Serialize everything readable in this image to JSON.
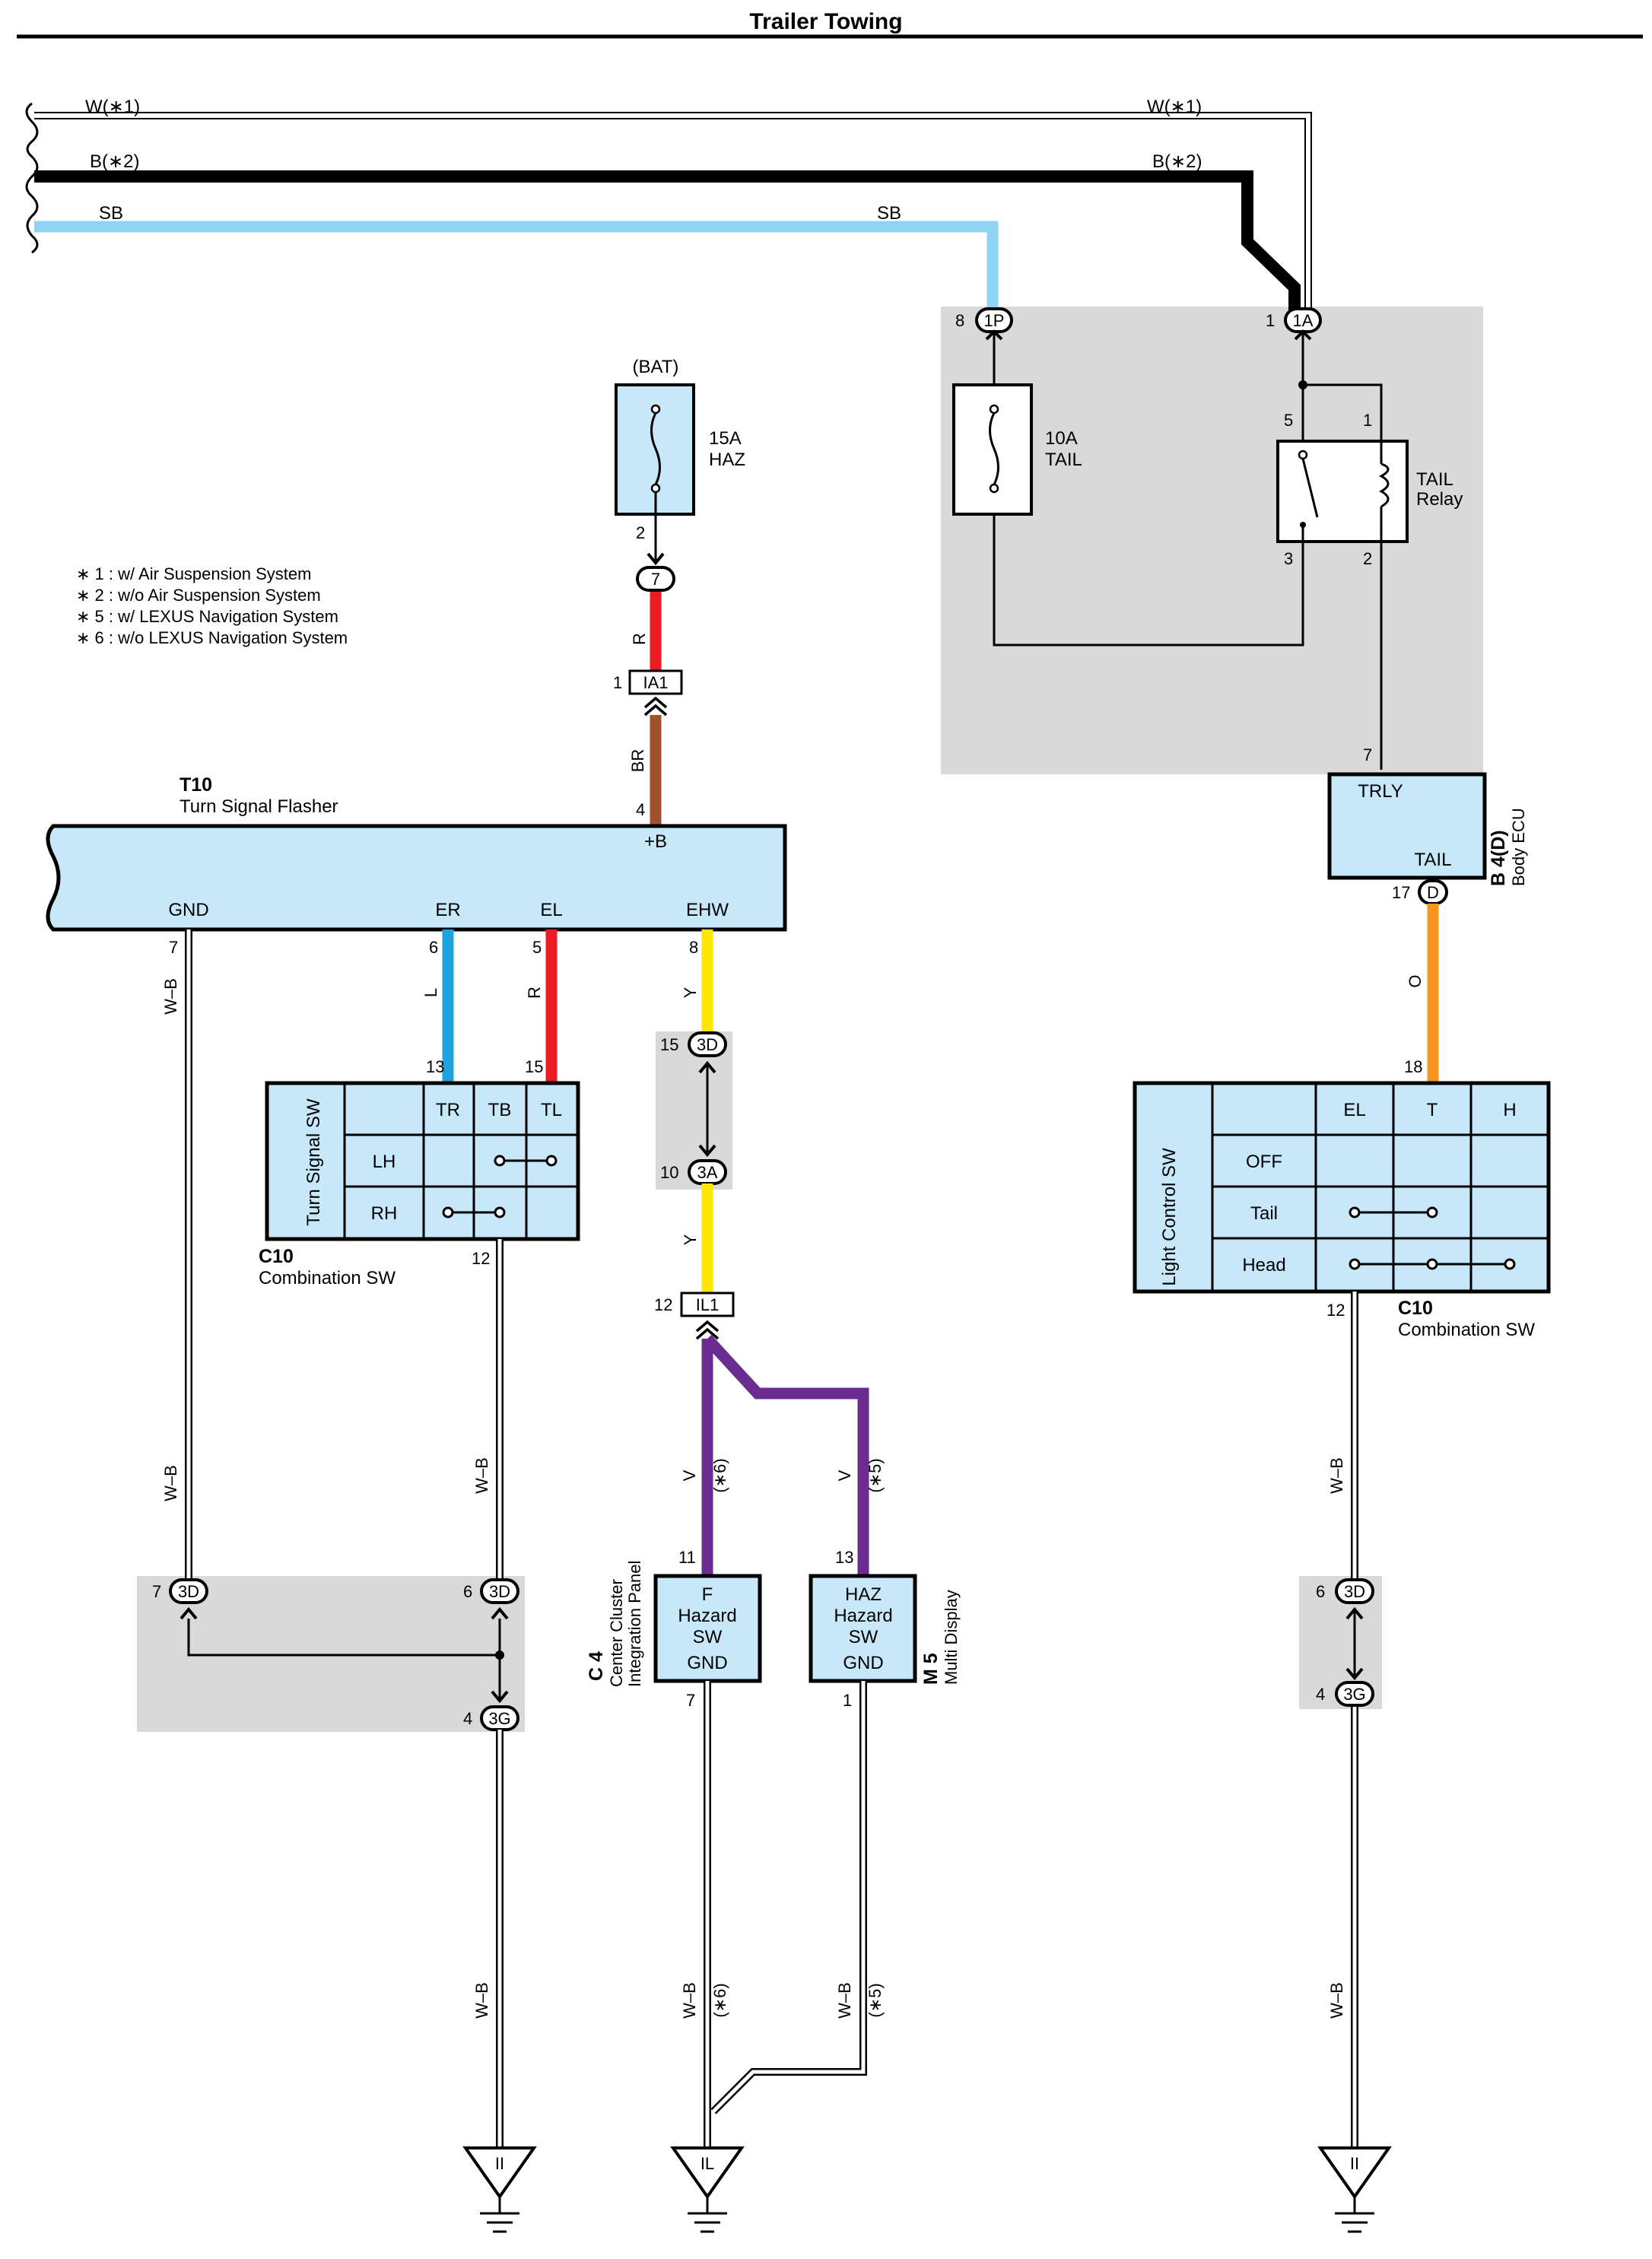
{
  "title": "Trailer Towing",
  "colors": {
    "wire_white": "#ffffff",
    "wire_black": "#000000",
    "wire_sky_blue": "#8fd4f2",
    "wire_red": "#ec1c24",
    "wire_brown": "#a0522d",
    "wire_blue": "#1fa3e0",
    "wire_yellow": "#ffe600",
    "wire_violet": "#6a2c91",
    "wire_orange": "#f7941d",
    "component_fill": "#c7e8f9",
    "junction_block": "#d9d9da"
  },
  "notes": [
    "∗ 1 : w/ Air Suspension System",
    "∗ 2 : w/o Air Suspension System",
    "∗ 5 : w/ LEXUS Navigation System",
    "∗ 6 : w/o LEXUS Navigation System"
  ],
  "bus": {
    "w_left": "W(∗1)",
    "w_right": "W(∗1)",
    "b_left": "B(∗2)",
    "b_right": "B(∗2)",
    "sb_left": "SB",
    "sb_right": "SB"
  },
  "fuses": {
    "haz": {
      "source": "(BAT)",
      "amp": "15A",
      "name": "HAZ",
      "pin": "2"
    },
    "tail": {
      "amp": "10A",
      "name": "TAIL"
    }
  },
  "relay": {
    "name_line1": "TAIL",
    "name_line2": "Relay",
    "pins": [
      "5",
      "1",
      "3",
      "2"
    ]
  },
  "connectors": {
    "c_1p": "1P",
    "c_1p_pin": "8",
    "c_1a": "1A",
    "c_1a_pin": "1",
    "c_7": "7",
    "c_ia1": "IA1",
    "c_ia1_pin": "1",
    "c_3d_a": "3D",
    "c_3d_a_pin": "15",
    "c_3a": "3A",
    "c_3a_pin": "10",
    "c_il1": "IL1",
    "c_il1_pin": "12",
    "c_3d_l1": "3D",
    "c_3d_l1_pin": "7",
    "c_3d_l2": "3D",
    "c_3d_l2_pin": "6",
    "c_3g_l": "3G",
    "c_3g_l_pin": "4",
    "c_3d_r": "3D",
    "c_3d_r_pin": "6",
    "c_3g_r": "3G",
    "c_3g_r_pin": "4",
    "c_d": "D",
    "c_d_pin": "17"
  },
  "flasher": {
    "code": "T10",
    "name": "Turn Signal Flasher",
    "plus_b": "+B",
    "terminals": [
      "GND",
      "ER",
      "EL",
      "EHW"
    ],
    "pins": {
      "plus_b": "4",
      "gnd": "7",
      "er": "6",
      "el": "5",
      "ehw": "8"
    }
  },
  "turn_signal_sw": {
    "code": "C10",
    "name": "Combination SW",
    "side_label": "Turn Signal SW",
    "columns": [
      "TR",
      "TB",
      "TL"
    ],
    "rows": [
      "LH",
      "RH"
    ],
    "pins": {
      "tr": "13",
      "tl": "15",
      "gnd": "12"
    }
  },
  "light_control_sw": {
    "code": "C10",
    "name": "Combination SW",
    "side_label": "Light Control SW",
    "columns": [
      "EL",
      "T",
      "H"
    ],
    "rows": [
      "OFF",
      "Tail",
      "Head"
    ],
    "pins": {
      "t": "18",
      "gnd": "12"
    }
  },
  "body_ecu": {
    "code": "B 4(D)",
    "name": "Body ECU",
    "terminals": [
      "TRLY",
      "TAIL"
    ],
    "pins": {
      "trly": "7"
    }
  },
  "center_cluster": {
    "code": "C 4",
    "name_line1": "Center Cluster",
    "name_line2": "Integration Panel",
    "box_lines": [
      "F",
      "Hazard",
      "SW",
      "GND"
    ],
    "pins": {
      "in": "11",
      "gnd": "7"
    }
  },
  "multi_display": {
    "code": "M 5",
    "name": "Multi Display",
    "box_lines": [
      "HAZ",
      "Hazard",
      "SW",
      "GND"
    ],
    "pins": {
      "in": "13",
      "gnd": "1"
    }
  },
  "wire_labels": {
    "r_fuse": "R",
    "br": "BR",
    "l": "L",
    "r_el": "R",
    "y_upper": "Y",
    "y_lower": "Y",
    "wb_gnd_top": "W–B",
    "wb_gnd_mid": "W–B",
    "wb_tsw": "W–B",
    "wb_left_bottom": "W–B",
    "v_6": "V",
    "v_6_note": "(∗6)",
    "v_5": "V",
    "v_5_note": "(∗5)",
    "wb_c4": "W–B",
    "wb_c4_note": "(∗6)",
    "wb_m5": "W–B",
    "wb_m5_note": "(∗5)",
    "o": "O",
    "wb_right_mid": "W–B",
    "wb_right_bottom": "W–B"
  },
  "grounds": [
    "II",
    "IL",
    "II"
  ]
}
